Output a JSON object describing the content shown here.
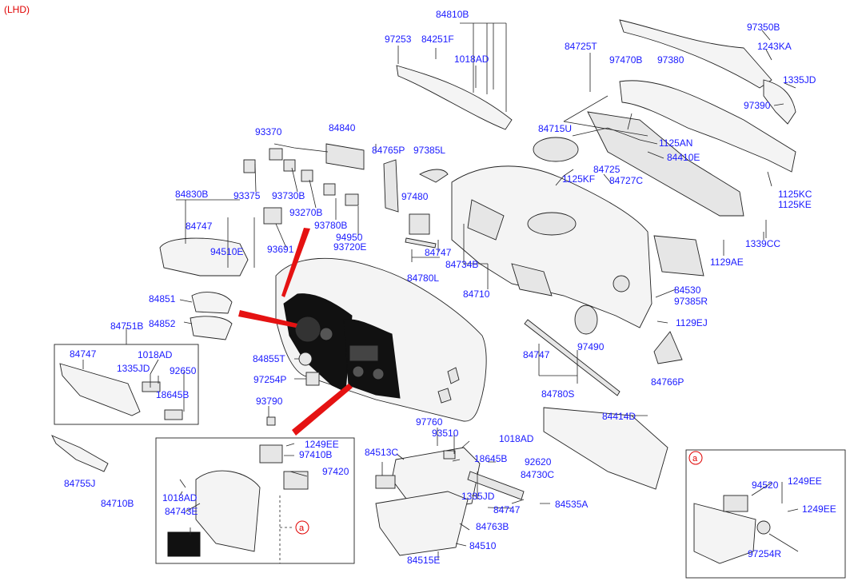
{
  "header": {
    "variant": "(LHD)"
  },
  "callout_marker": "a",
  "labels": {
    "p84810B": "84810B",
    "p97253": "97253",
    "p84251F": "84251F",
    "p1018AD_a": "1018AD",
    "p84725T": "84725T",
    "p97350B": "97350B",
    "p1243KA": "1243KA",
    "p97470B": "97470B",
    "p97380": "97380",
    "p1335JD_a": "1335JD",
    "p97390": "97390",
    "p93370": "93370",
    "p84840": "84840",
    "p84715U": "84715U",
    "p1125AN": "1125AN",
    "p84410E": "84410E",
    "p84765P": "84765P",
    "p97385L": "97385L",
    "p1125KF": "1125KF",
    "p84725": "84725",
    "p84727C": "84727C",
    "p1125KC": "1125KC",
    "p1125KE": "1125KE",
    "p93375": "93375",
    "p93730B": "93730B",
    "p84830B": "84830B",
    "p93270B": "93270B",
    "p97480": "97480",
    "p84747_a": "84747",
    "p94510E": "94510E",
    "p93780B": "93780B",
    "p93691": "93691",
    "p94950": "94950",
    "p93720E": "93720E",
    "p84747_b": "84747",
    "p84734B": "84734B",
    "p1339CC": "1339CC",
    "p1129AE": "1129AE",
    "p84780L": "84780L",
    "p84710": "84710",
    "p84530": "84530",
    "p97385R": "97385R",
    "p84851": "84851",
    "p84852": "84852",
    "p1129EJ": "1129EJ",
    "p84751B": "84751B",
    "p84747_c": "84747",
    "p1018AD_b": "1018AD",
    "p1335JD_b": "1335JD",
    "p92650": "92650",
    "p84855T": "84855T",
    "p84747_d": "84747",
    "p97490": "97490",
    "p97254P": "97254P",
    "p84766P": "84766P",
    "p18645B_a": "18645B",
    "p84780S": "84780S",
    "p93790": "93790",
    "p84414D": "84414D",
    "p97760": "97760",
    "p93510": "93510",
    "p1018AD_c": "1018AD",
    "p1249EE_a": "1249EE",
    "p97410B": "97410B",
    "p84513C": "84513C",
    "p18645B_b": "18645B",
    "p92620": "92620",
    "p84755J": "84755J",
    "p97420": "97420",
    "p84730C": "84730C",
    "p1018AD_d": "1018AD",
    "p94520": "94520",
    "p1249EE_b": "1249EE",
    "p84710B": "84710B",
    "p1335JD_c": "1335JD",
    "p84535A": "84535A",
    "p84747_e": "84747",
    "p1249EE_c": "1249EE",
    "p84743E": "84743E",
    "p84763B": "84763B",
    "p84510": "84510",
    "p97254R": "97254R",
    "p84515E": "84515E"
  }
}
